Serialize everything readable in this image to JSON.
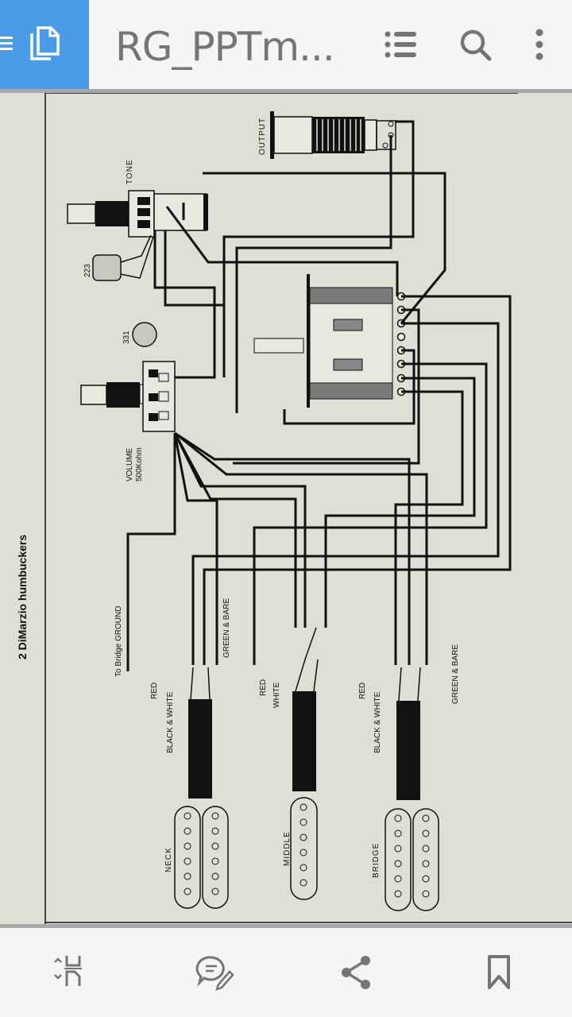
{
  "header": {
    "title": "RG_PPTm...",
    "icons": [
      "menu-icon",
      "document-pages-icon",
      "outline-list-icon",
      "search-icon",
      "more-options-icon"
    ]
  },
  "document": {
    "heading": "2 DiMarzio humbuckers",
    "labels": {
      "tone": "TONE",
      "output": "OUTPUT",
      "cap_tone": "223",
      "cap_volume": "331",
      "volume": "VOLUME",
      "volume_value": "500Kohm",
      "bridge_ground": "To Bridge GROUND"
    },
    "pickups": [
      {
        "name": "NECK",
        "wires": [
          "RED",
          "BLACK & WHITE",
          "GREEN & BARE"
        ]
      },
      {
        "name": "MIDDLE",
        "wires": [
          "RED",
          "WHITE"
        ]
      },
      {
        "name": "BRIDGE",
        "wires": [
          "RED",
          "BLACK & WHITE",
          "GREEN & BARE"
        ]
      }
    ]
  },
  "bottom_bar": {
    "buttons": [
      {
        "name": "page-fit-icon"
      },
      {
        "name": "annotate-comment-icon"
      },
      {
        "name": "share-icon"
      },
      {
        "name": "bookmark-icon"
      }
    ]
  },
  "colors": {
    "accent": "#4a9be8",
    "diagram_bg": "#dfe0d5",
    "icon_gray": "#757575"
  }
}
